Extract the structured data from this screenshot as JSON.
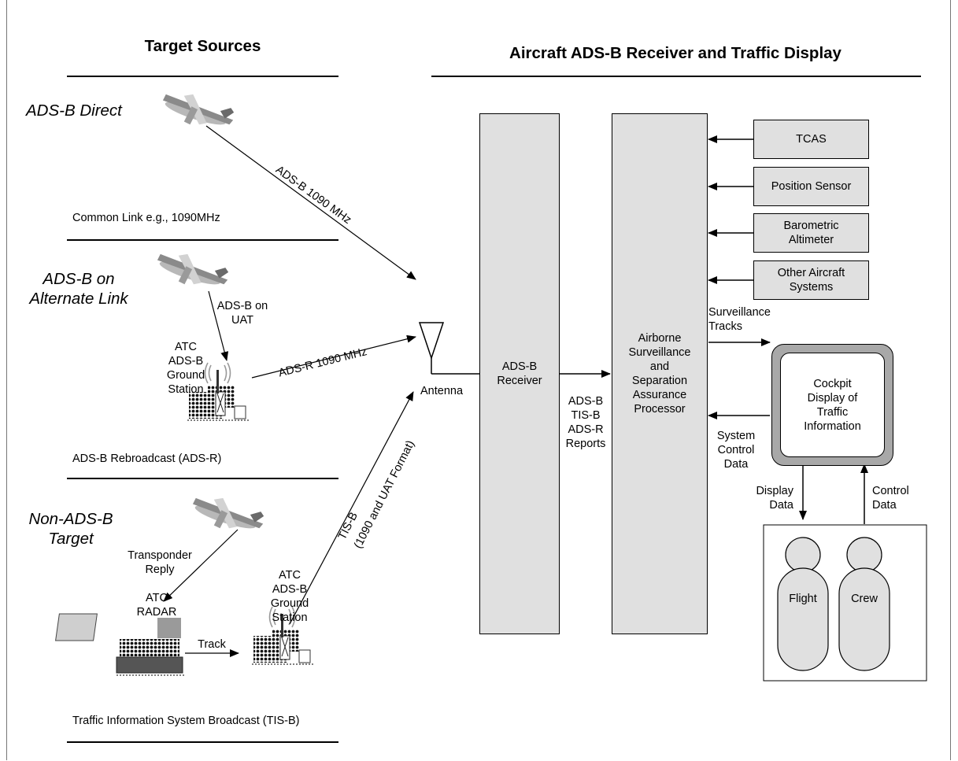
{
  "headers": {
    "left": "Target Sources",
    "right": "Aircraft ADS-B Receiver and Traffic Display"
  },
  "categories": {
    "direct": "ADS-B Direct",
    "alternate": "ADS-B on\nAlternate Link",
    "non_adsb": "Non-ADS-B\nTarget"
  },
  "section_captions": {
    "common_link": "Common Link e.g., 1090MHz",
    "rebroadcast": "ADS-B Rebroadcast (ADS-R)",
    "tisb": "Traffic Information System Broadcast (TIS-B)"
  },
  "links": {
    "adsb_1090": "ADS-B 1090 MHz",
    "adsb_on_uat": "ADS-B on\nUAT",
    "adsr_1090": "ADS-R 1090 MHz",
    "tisb_line1": "TIS-B",
    "tisb_line2": "(1090 and UAT Format)",
    "transponder_reply": "Transponder\nReply",
    "track": "Track"
  },
  "stations": {
    "ground_station_1": "ATC\nADS-B\nGround\nStation",
    "ground_station_2": "ATC\nADS-B\nGround\nStation",
    "radar": "ATC\nRADAR"
  },
  "antenna": "Antenna",
  "receiver": "ADS-B\nReceiver",
  "reports": "ADS-B\nTIS-B\nADS-R\nReports",
  "processor": "Airborne\nSurveillance\nand\nSeparation\nAssurance\nProcessor",
  "inputs": [
    {
      "label": "TCAS"
    },
    {
      "label": "Position Sensor"
    },
    {
      "label": "Barometric\nAltimeter"
    },
    {
      "label": "Other Aircraft\nSystems"
    }
  ],
  "display": "Cockpit\nDisplay of\nTraffic\nInformation",
  "flow_labels": {
    "surveillance_tracks": "Surveillance\nTracks",
    "system_control_data": "System\nControl\nData",
    "display_data": "Display\nData",
    "control_data": "Control\nData"
  },
  "crew": {
    "flight": "Flight",
    "crew": "Crew"
  },
  "colors": {
    "box_fill": "#e0e0e0",
    "display_border": "#a8a8a8",
    "line": "#000000"
  }
}
